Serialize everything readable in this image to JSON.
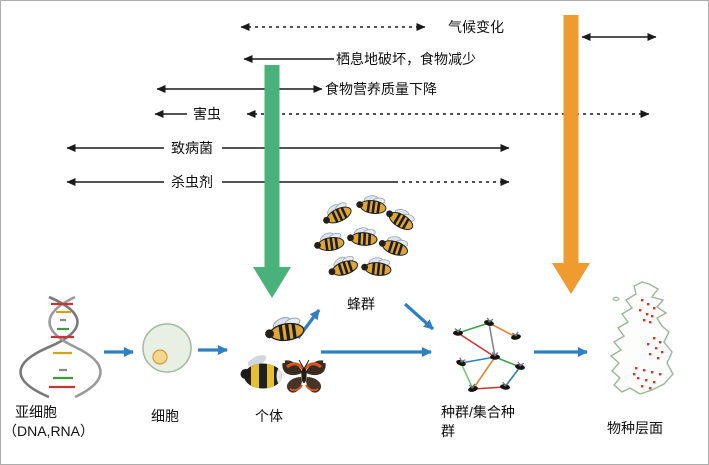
{
  "stressors": {
    "climate": "气候变化",
    "habitat": "栖息地破坏，食物减少",
    "nutrition": "食物营养质量下降",
    "pests": "害虫",
    "pathogens": "致病菌",
    "insecticides": "杀虫剂"
  },
  "levels": {
    "subcellular": "亚细胞",
    "subcellular_detail": "（DNA,RNA）",
    "cell": "细胞",
    "individual": "个体",
    "colony": "蜂群",
    "population_line1": "种群/集合种",
    "population_line2": "群",
    "species": "物种层面"
  },
  "colors": {
    "impact_arrow_green": "#49b27a",
    "impact_arrow_orange": "#f09b30",
    "flow_arrow_blue": "#2f7fc1",
    "stressor_line_black": "#1a1a1a",
    "map_marker_red": "#d23327"
  }
}
